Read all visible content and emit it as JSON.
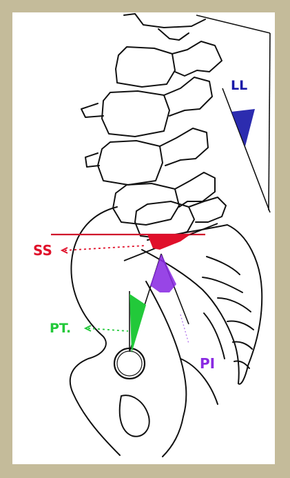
{
  "labels": {
    "ll": "LL",
    "ss": "SS",
    "pt": "PT.",
    "pi": "PI"
  },
  "colors": {
    "frame": "#c4bb9a",
    "ink": "#111111",
    "ll": "#1a1aa8",
    "ss": "#e0102a",
    "pt": "#22c93a",
    "pi": "#8a2be2"
  }
}
